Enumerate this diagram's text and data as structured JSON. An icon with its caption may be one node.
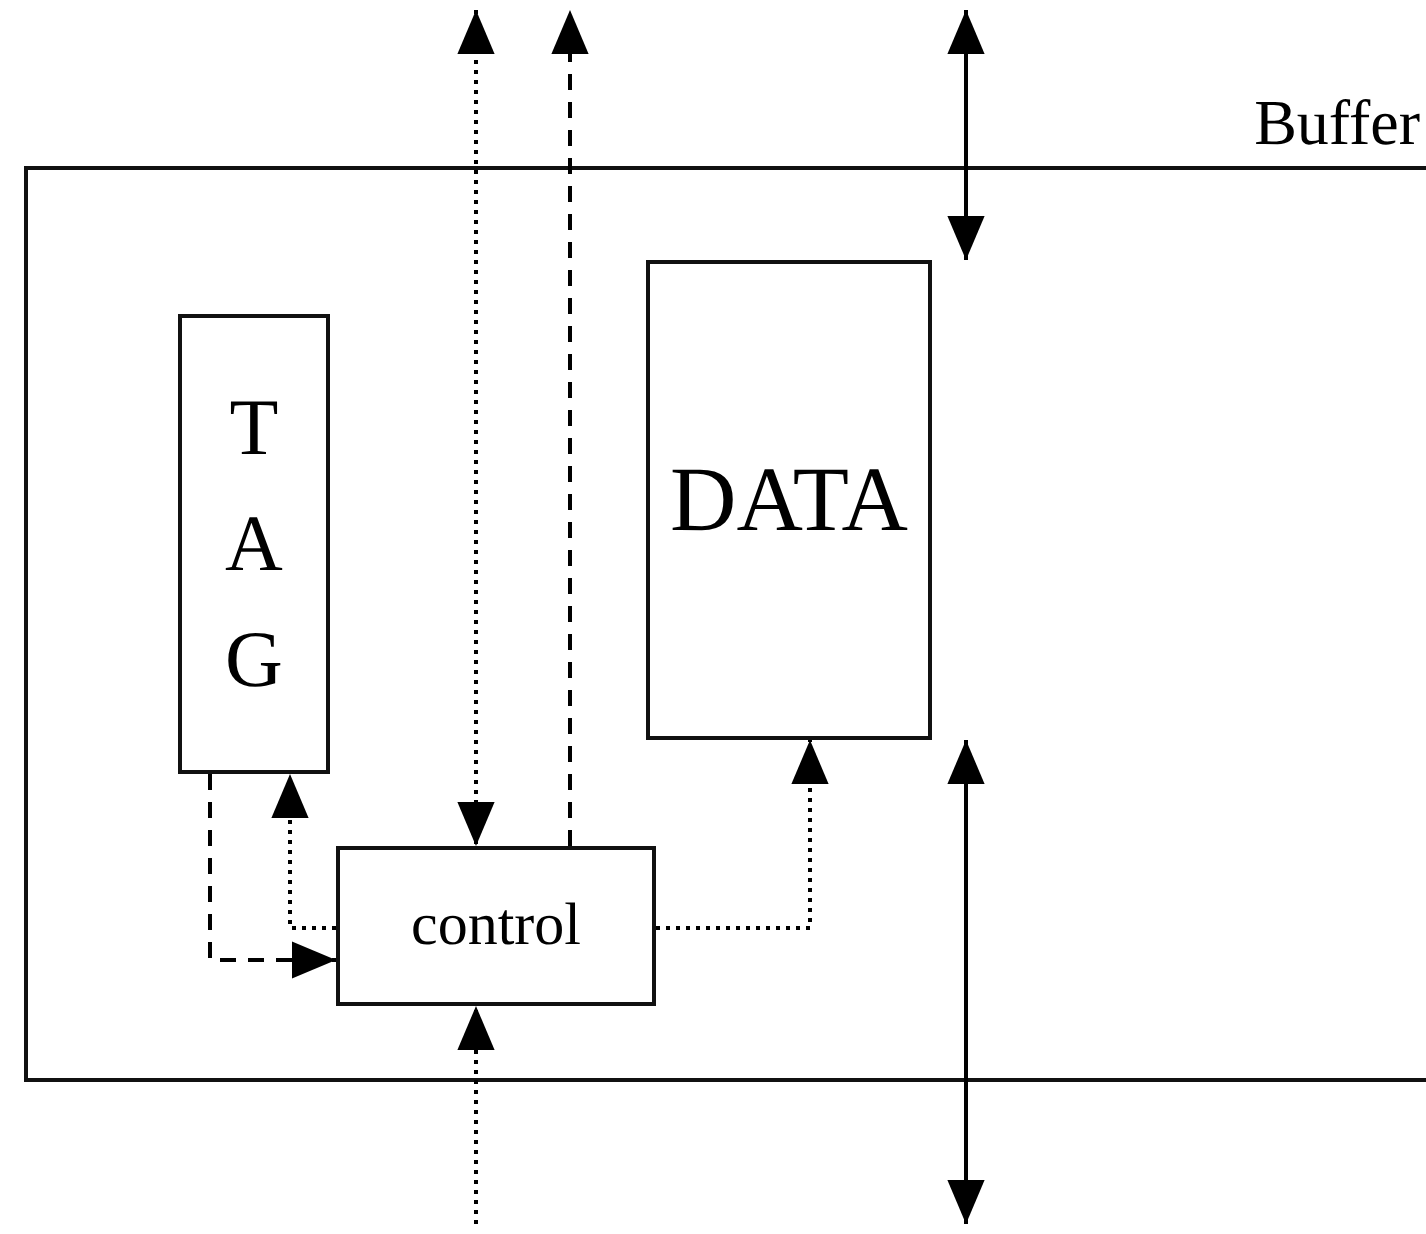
{
  "diagram": {
    "nodes": [
      {
        "text": [
          "Buffer"
        ]
      },
      {
        "text": [
          "TAG"
        ],
        "in": 0
      },
      {
        "text": [
          "DATA"
        ],
        "in": 0
      },
      {
        "text": [
          "control"
        ],
        "in": 0
      }
    ],
    "edges": [
      {
        "from": null,
        "to": 3,
        "arrow": "both",
        "style": "dashed"
      },
      {
        "from": 3,
        "to": null,
        "arrow": "to",
        "style": "dashed"
      },
      {
        "from": null,
        "to": 2,
        "arrow": "both"
      },
      {
        "from": 2,
        "to": null,
        "arrow": "both"
      },
      {
        "from": 3,
        "to": 2,
        "arrow": "to",
        "style": "dashed"
      },
      {
        "from": 3,
        "to": 1,
        "arrow": "to",
        "style": "dashed"
      },
      {
        "from": 1,
        "to": 3,
        "arrow": "to",
        "style": "dashed"
      },
      {
        "from": null,
        "to": 3,
        "arrow": "to",
        "style": "dashed"
      }
    ]
  }
}
